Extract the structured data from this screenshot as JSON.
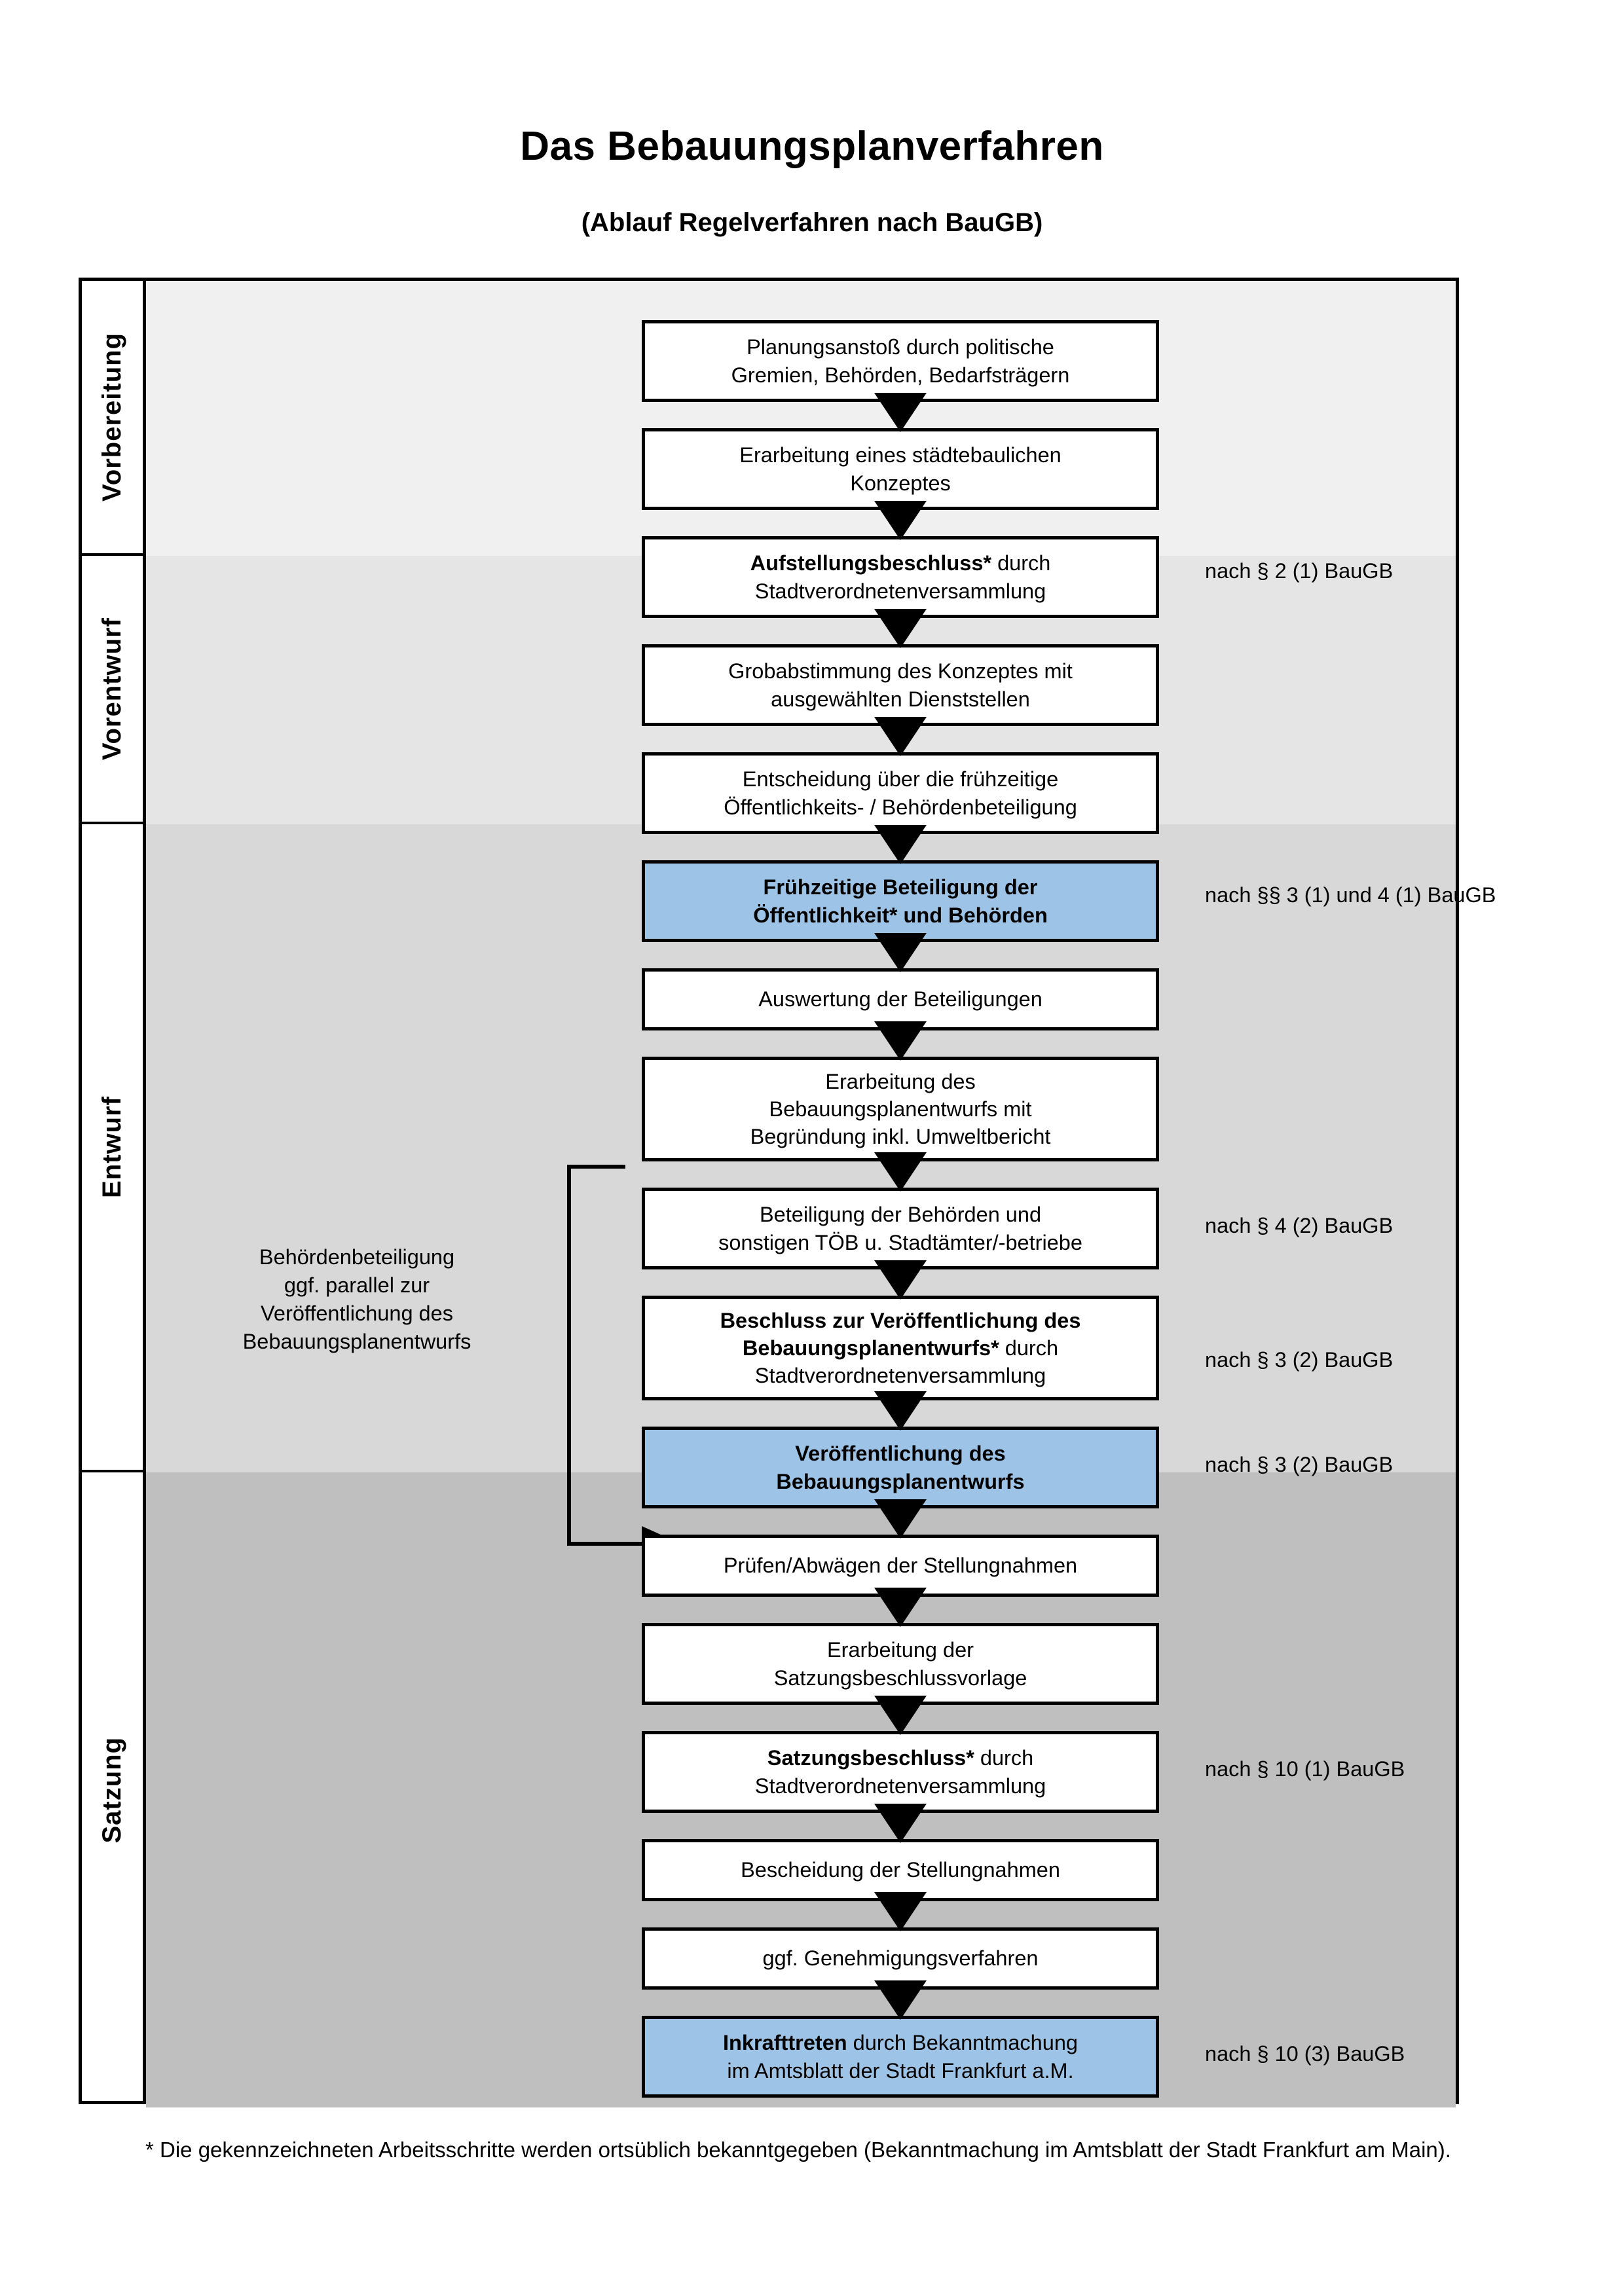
{
  "title": "Das Bebauungsplanverfahren",
  "subtitle": "(Ablauf Regelverfahren nach BauGB)",
  "colors": {
    "highlight_blue": "#9DC3E6",
    "band_vorbereitung": "#F0F0F0",
    "band_vorentwurf": "#E5E5E5",
    "band_entwurf": "#D8D8D8",
    "band_satzung": "#BFBFBF",
    "border": "#000000"
  },
  "phases": [
    {
      "label": "Vorbereitung"
    },
    {
      "label": "Vorentwurf"
    },
    {
      "label": "Entwurf"
    },
    {
      "label": "Satzung"
    }
  ],
  "steps": [
    {
      "id": "planungsanstoss",
      "phase": "Vorbereitung",
      "highlight": false,
      "lines": [
        "Planungsanstoß durch politische",
        "Gremien, Behörden, Bedarfsträgern"
      ],
      "bold_prefix": ""
    },
    {
      "id": "konzept",
      "phase": "Vorbereitung",
      "highlight": false,
      "lines": [
        "Erarbeitung eines städtebaulichen",
        "Konzeptes"
      ],
      "bold_prefix": ""
    },
    {
      "id": "aufstellungsbeschluss",
      "phase": "Vorbereitung",
      "highlight": false,
      "lines": [
        "Aufstellungsbeschluss* durch",
        "Stadtverordnetenversammlung"
      ],
      "bold_prefix": "Aufstellungsbeschluss*"
    },
    {
      "id": "grobabstimmung",
      "phase": "Vorentwurf",
      "highlight": false,
      "lines": [
        "Grobabstimmung des Konzeptes mit",
        "ausgewählten Dienststellen"
      ],
      "bold_prefix": ""
    },
    {
      "id": "entscheidung-fruehzeitig",
      "phase": "Vorentwurf",
      "highlight": false,
      "lines": [
        "Entscheidung über die frühzeitige",
        "Öffentlichkeits- / Behördenbeteiligung"
      ],
      "bold_prefix": ""
    },
    {
      "id": "fruehzeitige-beteiligung",
      "phase": "Vorentwurf",
      "highlight": true,
      "lines": [
        "Frühzeitige Beteiligung der",
        "Öffentlichkeit* und Behörden"
      ],
      "bold_prefix": "ALL"
    },
    {
      "id": "auswertung",
      "phase": "Entwurf",
      "highlight": false,
      "lines": [
        "Auswertung der Beteiligungen"
      ],
      "bold_prefix": ""
    },
    {
      "id": "erarbeitung-entwurf",
      "phase": "Entwurf",
      "highlight": false,
      "lines": [
        "Erarbeitung des",
        "Bebauungsplanentwurfs mit",
        "Begründung inkl. Umweltbericht"
      ],
      "bold_prefix": ""
    },
    {
      "id": "beteiligung-behoerden",
      "phase": "Entwurf",
      "highlight": false,
      "lines": [
        "Beteiligung der Behörden und",
        "sonstigen TÖB u. Stadtämter/-betriebe"
      ],
      "bold_prefix": ""
    },
    {
      "id": "beschluss-veroeffentlichung",
      "phase": "Entwurf",
      "highlight": false,
      "lines": [
        "Beschluss zur Veröffentlichung des",
        "Bebauungsplanentwurfs* durch",
        "Stadtverordnetenversammlung"
      ],
      "bold_prefix": "Beschluss zur Veröffentlichung des Bebauungsplanentwurfs*"
    },
    {
      "id": "veroeffentlichung",
      "phase": "Entwurf",
      "highlight": true,
      "lines": [
        "Veröffentlichung des",
        "Bebauungsplanentwurfs"
      ],
      "bold_prefix": "ALL"
    },
    {
      "id": "pruefen-abwaegen",
      "phase": "Satzung",
      "highlight": false,
      "lines": [
        "Prüfen/Abwägen der Stellungnahmen"
      ],
      "bold_prefix": ""
    },
    {
      "id": "satzungsbeschlussvorlage",
      "phase": "Satzung",
      "highlight": false,
      "lines": [
        "Erarbeitung der",
        "Satzungsbeschlussvorlage"
      ],
      "bold_prefix": ""
    },
    {
      "id": "satzungsbeschluss",
      "phase": "Satzung",
      "highlight": false,
      "lines": [
        "Satzungsbeschluss* durch",
        "Stadtverordnetenversammlung"
      ],
      "bold_prefix": "Satzungsbeschluss*"
    },
    {
      "id": "bescheidung",
      "phase": "Satzung",
      "highlight": false,
      "lines": [
        "Bescheidung der Stellungnahmen"
      ],
      "bold_prefix": ""
    },
    {
      "id": "genehmigungsverfahren",
      "phase": "Satzung",
      "highlight": false,
      "lines": [
        "ggf. Genehmigungsverfahren"
      ],
      "bold_prefix": ""
    },
    {
      "id": "inkrafttreten",
      "phase": "Satzung",
      "highlight": true,
      "lines": [
        "Inkrafttreten durch Bekanntmachung",
        "im Amtsblatt der Stadt Frankfurt a.M."
      ],
      "bold_prefix": "Inkrafttreten"
    }
  ],
  "legal_refs": [
    {
      "id": "ref-aufstellungsbeschluss",
      "text": "nach § 2 (1) BauGB"
    },
    {
      "id": "ref-fruehzeitige-beteiligung",
      "text": "nach §§ 3 (1) und 4 (1) BauGB"
    },
    {
      "id": "ref-beteiligung-behoerden",
      "text": "nach § 4 (2) BauGB"
    },
    {
      "id": "ref-beschluss-veroeffentlichung",
      "text": "nach § 3 (2) BauGB"
    },
    {
      "id": "ref-veroeffentlichung",
      "text": "nach § 3 (2) BauGB"
    },
    {
      "id": "ref-satzungsbeschluss",
      "text": "nach § 10 (1) BauGB"
    },
    {
      "id": "ref-inkrafttreten",
      "text": "nach § 10 (3) BauGB"
    }
  ],
  "side_note": {
    "lines": [
      "Behördenbeteiligung",
      "ggf. parallel zur",
      "Veröffentlichung des",
      "Bebauungsplanentwurfs"
    ]
  },
  "footnote": "* Die gekennzeichneten Arbeitsschritte werden ortsüblich bekanntgegeben (Bekanntmachung im Amtsblatt  der Stadt Frankfurt am Main)."
}
